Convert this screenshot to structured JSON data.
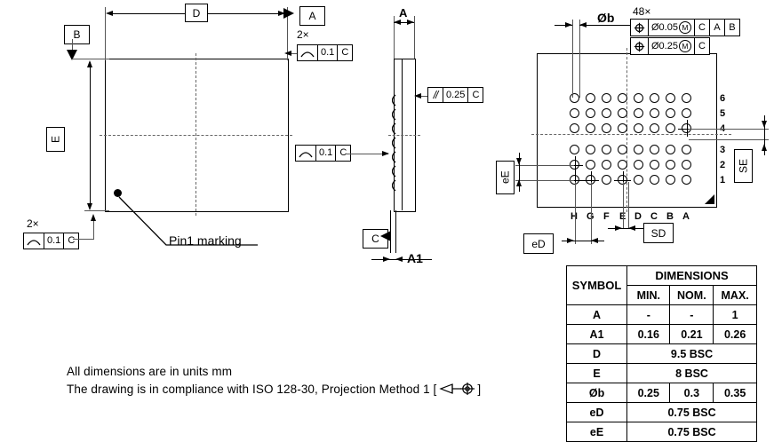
{
  "drawing": {
    "type": "mechanical-package-drawing",
    "units_note": "All dimensions are in units mm",
    "standard_note_prefix": "The drawing is in compliance with ISO 128-30, Projection Method 1 [",
    "standard_note_suffix": "]"
  },
  "top_view": {
    "dim_D_label": "D",
    "dim_E_label": "E",
    "datum_A": "A",
    "datum_B": "B",
    "pin1_label": "Pin1 marking",
    "fcf_top_right": {
      "multiplier": "2×",
      "symbol": "profile-arc",
      "tolerance": "0.1",
      "datum": "C"
    },
    "fcf_bottom_left": {
      "multiplier": "2×",
      "symbol": "profile-arc",
      "tolerance": "0.1",
      "datum": "C"
    }
  },
  "side_view": {
    "dim_A_label": "A",
    "dim_A1_label": "A1",
    "datum_C": "C",
    "fcf_parallel": {
      "symbol": "//",
      "tolerance": "0.25",
      "datum": "C"
    },
    "fcf_profile": {
      "symbol": "profile-arc",
      "tolerance": "0.1",
      "datum": "C"
    }
  },
  "bottom_view": {
    "ball_dia_label": "Øb",
    "ball_count": "48×",
    "fcf_position_1": {
      "symbol": "position",
      "tolerance": "Ø0.05",
      "modifier": "M",
      "datums": [
        "C",
        "A",
        "B"
      ]
    },
    "fcf_position_2": {
      "symbol": "position",
      "tolerance": "Ø0.25",
      "modifier": "M",
      "datums": [
        "C"
      ]
    },
    "pitch_eD_label": "eD",
    "pitch_eE_label": "eE",
    "offset_SD_label": "SD",
    "offset_SE_label": "SE",
    "column_labels": [
      "H",
      "G",
      "F",
      "E",
      "D",
      "C",
      "B",
      "A"
    ],
    "row_labels": [
      "6",
      "5",
      "4",
      "3",
      "2",
      "1"
    ],
    "grid_columns": 8,
    "grid_rows": 6
  },
  "dimension_table": {
    "symbol_header": "SYMBOL",
    "group_header": "DIMENSIONS",
    "sub_headers": [
      "MIN.",
      "NOM.",
      "MAX."
    ],
    "rows": [
      {
        "symbol": "A",
        "min": "-",
        "nom": "-",
        "max": "1",
        "span": false
      },
      {
        "symbol": "A1",
        "min": "0.16",
        "nom": "0.21",
        "max": "0.26",
        "span": false
      },
      {
        "symbol": "D",
        "value": "9.5 BSC",
        "span": true
      },
      {
        "symbol": "E",
        "value": "8 BSC",
        "span": true
      },
      {
        "symbol": "Øb",
        "min": "0.25",
        "nom": "0.3",
        "max": "0.35",
        "span": false
      },
      {
        "symbol": "eD",
        "value": "0.75 BSC",
        "span": true
      },
      {
        "symbol": "eE",
        "value": "0.75 BSC",
        "span": true
      }
    ]
  }
}
